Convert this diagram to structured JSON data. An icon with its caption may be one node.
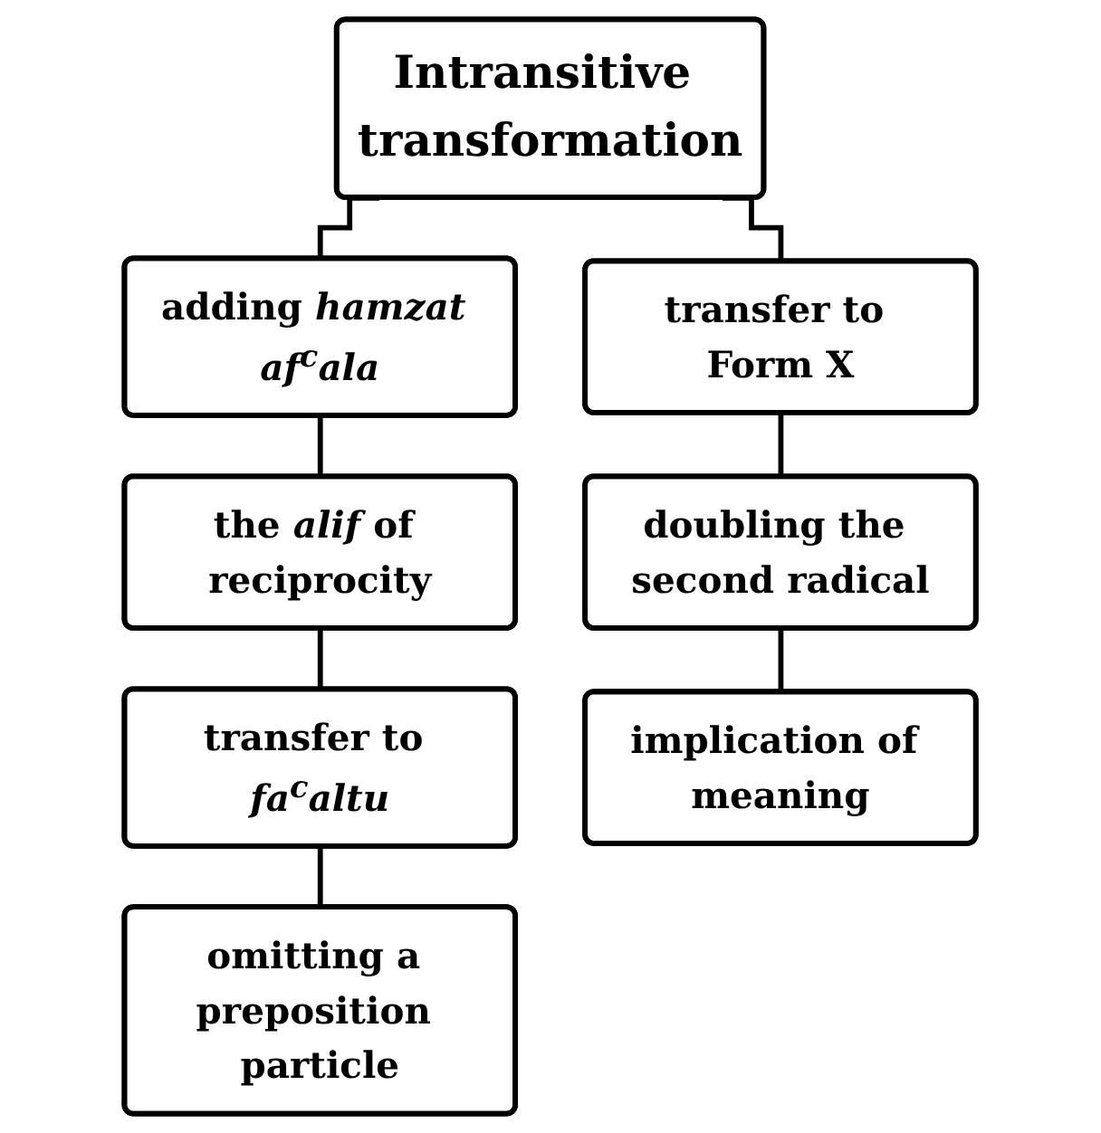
{
  "diagram": {
    "nodes": [
      {
        "text": [
          "Intransitive transformation"
        ]
      },
      {
        "text": [
          "adding *hamzat af$^{c}$ala*"
        ]
      },
      {
        "text": [
          "the *alif* of reciprocity"
        ]
      },
      {
        "text": [
          "transfer to *fa$^{c}$altu*"
        ]
      },
      {
        "text": [
          "omitting a preposition particle"
        ]
      },
      {
        "text": [
          "transfer to Form X"
        ]
      },
      {
        "text": [
          "doubling the second radical"
        ]
      },
      {
        "text": [
          "implication of meaning"
        ]
      }
    ],
    "edges": [
      {
        "from": 0,
        "to": 1,
        "arrow": "none"
      },
      {
        "from": 0,
        "to": 5,
        "arrow": "none"
      },
      {
        "from": 1,
        "to": 2,
        "arrow": "none"
      },
      {
        "from": 2,
        "to": 3,
        "arrow": "none"
      },
      {
        "from": 3,
        "to": 4,
        "arrow": "none"
      },
      {
        "from": 5,
        "to": 6,
        "arrow": "none"
      },
      {
        "from": 6,
        "to": 7,
        "arrow": "none"
      }
    ]
  }
}
